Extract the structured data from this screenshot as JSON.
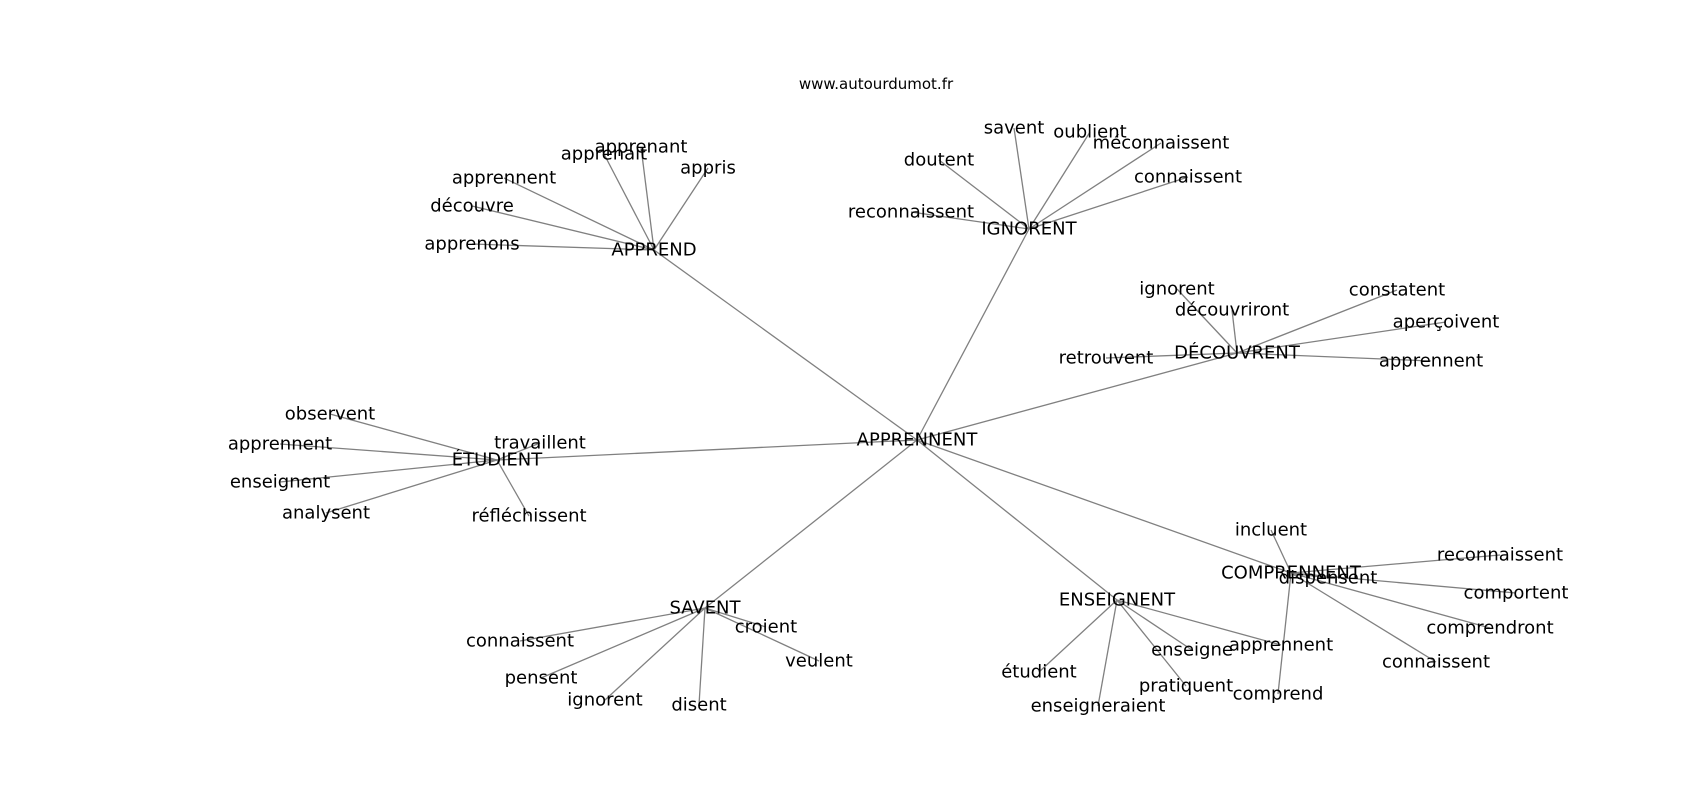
{
  "site": "www.autourdumot.fr",
  "root": "APPRENNENT",
  "groups": [
    {
      "hub": "APPREND",
      "leaves": [
        "apprenait",
        "apprenant",
        "appris",
        "apprennent",
        "découvre",
        "apprenons"
      ]
    },
    {
      "hub": "IGNORENT",
      "leaves": [
        "savent",
        "oublient",
        "méconnaissent",
        "doutent",
        "connaissent",
        "reconnaissent"
      ]
    },
    {
      "hub": "DÉCOUVRENT",
      "leaves": [
        "ignorent",
        "découvriront",
        "constatent",
        "aperçoivent",
        "retrouvent",
        "apprennent"
      ]
    },
    {
      "hub": "ÉTUDIENT",
      "leaves": [
        "observent",
        "apprennent",
        "travaillent",
        "enseignent",
        "analysent",
        "réfléchissent"
      ]
    },
    {
      "hub": "SAVENT",
      "leaves": [
        "croient",
        "connaissent",
        "veulent",
        "pensent",
        "ignorent",
        "disent"
      ]
    },
    {
      "hub": "ENSEIGNENT",
      "leaves": [
        "enseigne",
        "apprennent",
        "étudient",
        "pratiquent",
        "enseigneraient"
      ]
    },
    {
      "hub": "COMPRENNENT",
      "leaves": [
        "incluent",
        "dispensent",
        "reconnaissent",
        "comportent",
        "comprendront",
        "connaissent",
        "comprend"
      ]
    }
  ]
}
